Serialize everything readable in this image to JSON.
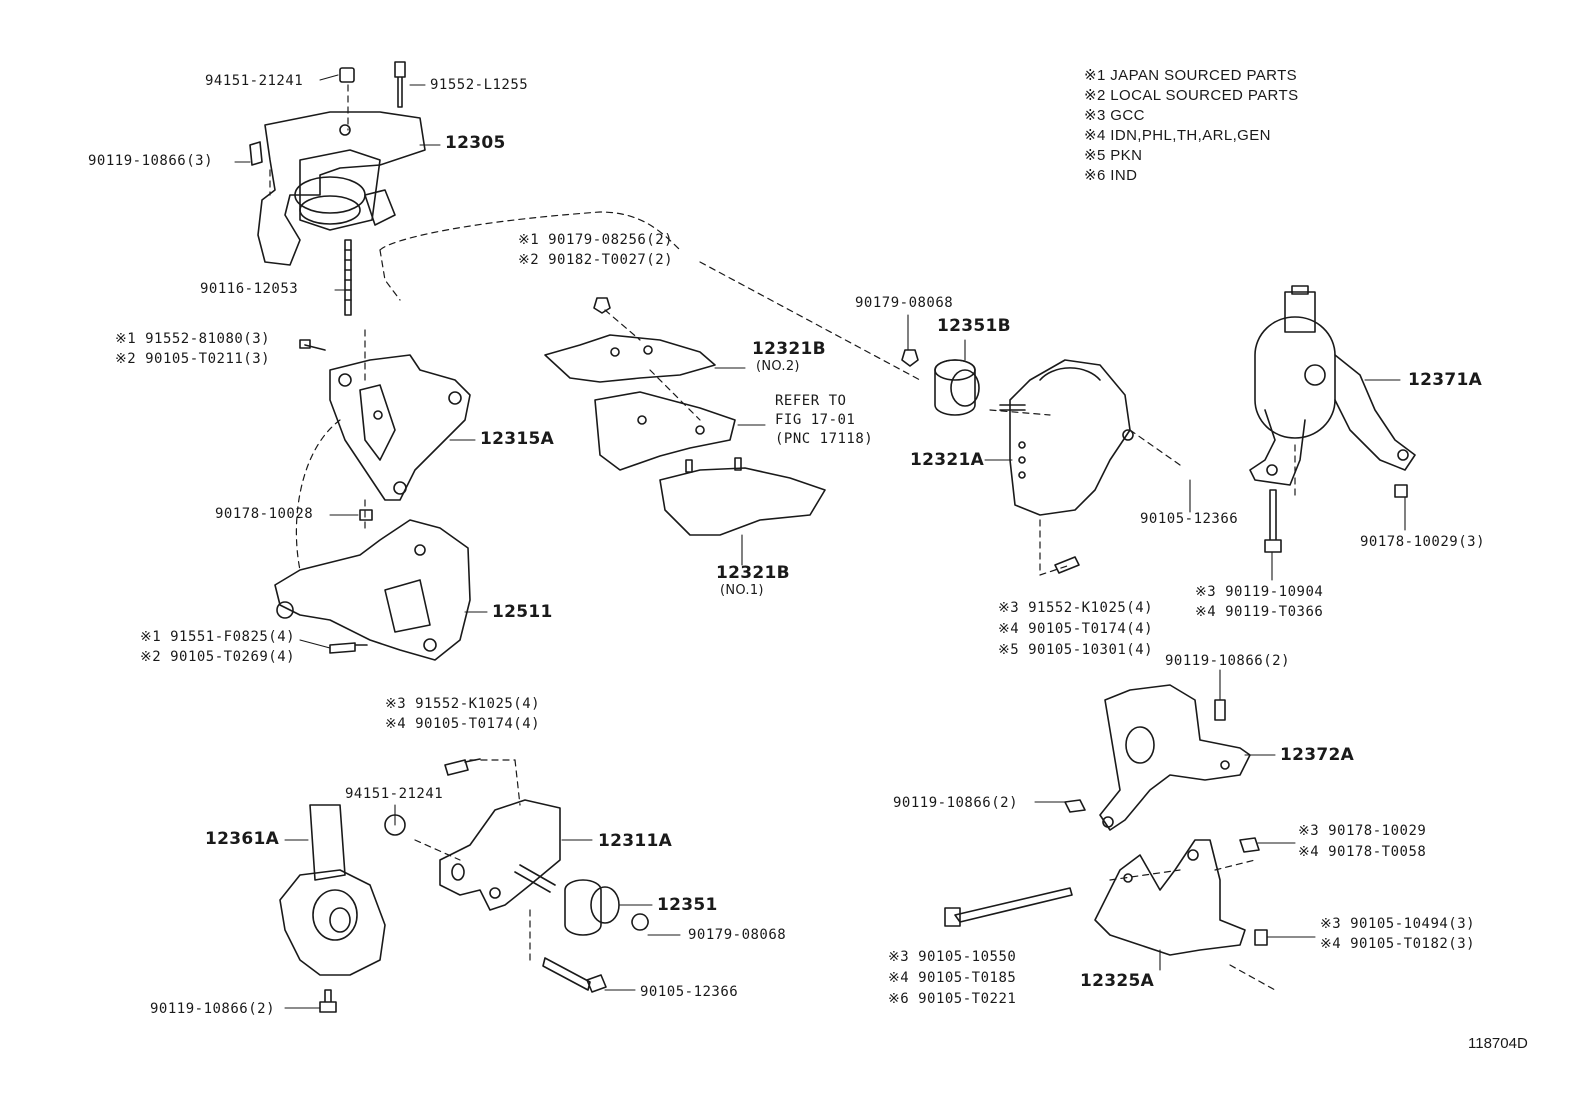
{
  "legend": [
    "※1 JAPAN SOURCED PARTS",
    "※2 LOCAL SOURCED PARTS",
    "※3 GCC",
    "※4 IDN,PHL,TH,ARL,GEN",
    "※5 PKN",
    "※6 IND"
  ],
  "figure_id": "118704D",
  "labels": {
    "l94151_top": "94151-21241",
    "l91552_L1255": "91552-L1255",
    "l12305": "12305",
    "l90119_top": "90119-10866(3)",
    "l90116": "90116-12053",
    "l91552_81080": "※1 91552-81080(3)",
    "l90105_T0211": "※2 90105-T0211(3)",
    "l12315A": "12315A",
    "l90178_10028": "90178-10028",
    "l12511": "12511",
    "l91551_F0825": "※1 91551-F0825(4)",
    "l90105_T0269": "※2 90105-T0269(4)",
    "l91552_K1025_mid": "※3 91552-K1025(4)",
    "l90105_T0174_mid": "※4 90105-T0174(4)",
    "l94151_mid": "94151-21241",
    "l12361A": "12361A",
    "l12311A": "12311A",
    "l12351": "12351",
    "l90179_08068_low": "90179-08068",
    "l90105_12366_low": "90105-12366",
    "l90119_low": "90119-10866(2)",
    "l90179_08256": "※1 90179-08256(2)",
    "l90182_T0027": "※2 90182-T0027(2)",
    "l12321B_no2": "12321B",
    "l_no2": "(NO.2)",
    "l_refer1": "REFER TO",
    "l_refer2": "FIG 17-01",
    "l_refer3": "(PNC 17118)",
    "l12321B_no1": "12321B",
    "l_no1": "(NO.1)",
    "l90179_08068_top": "90179-08068",
    "l12351B": "12351B",
    "l12321A": "12321A",
    "l90105_12366_right": "90105-12366",
    "l91552_K1025_right": "※3 91552-K1025(4)",
    "l90105_T0174_right": "※4 90105-T0174(4)",
    "l90105_10301": "※5 90105-10301(4)",
    "l12371A": "12371A",
    "l90178_10029_right": "90178-10029(3)",
    "l90119_10904": "※3 90119-10904",
    "l90119_T0366": "※4 90119-T0366",
    "l90119_right_top": "90119-10866(2)",
    "l12372A": "12372A",
    "l90119_right_mid": "90119-10866(2)",
    "l90178_10029_low": "※3 90178-10029",
    "l90178_T0058": "※4 90178-T0058",
    "l90105_10494": "※3 90105-10494(3)",
    "l90105_T0182": "※4 90105-T0182(3)",
    "l90105_10550": "※3 90105-10550",
    "l90105_T0185": "※4 90105-T0185",
    "l90105_T0221": "※6 90105-T0221",
    "l12325A": "12325A"
  },
  "colors": {
    "ink": "#1a1a1a",
    "paper": "#ffffff"
  }
}
